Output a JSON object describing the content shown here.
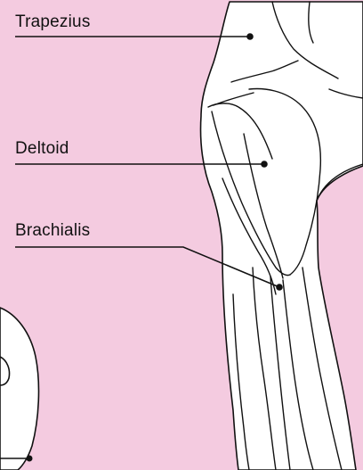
{
  "labels": {
    "trapezius": "Trapezius",
    "deltoid": "Deltoid",
    "brachialis": "Brachialis"
  },
  "colors": {
    "background": "#f4cbe0",
    "figure_fill": "#ffffff",
    "line": "#111111"
  }
}
